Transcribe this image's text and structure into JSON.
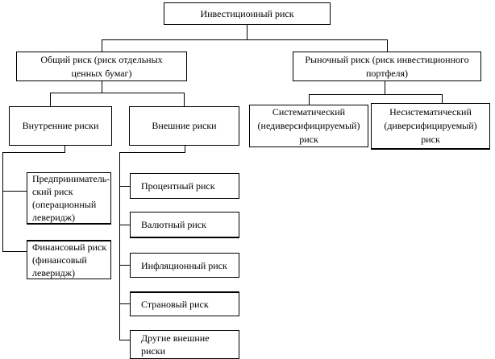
{
  "diagram": {
    "title": "Инвестиционный риск",
    "colors": {
      "line": "#000000",
      "box_border": "#000000",
      "box_fill": "#ffffff",
      "text": "#000000",
      "background": "#ffffff"
    },
    "nodes": {
      "investment": {
        "label": "Инвестиционный риск"
      },
      "general": {
        "label": "Общий риск (риск отдельных\nценных бумаг)"
      },
      "market": {
        "label": "Рыночный риск (риск инвестиционного\nпортфеля)"
      },
      "internal": {
        "label": "Внутренние риски"
      },
      "external": {
        "label": "Внешние риски"
      },
      "systematic": {
        "label": "Систематический\n(недиверсифицируемый)\nриск"
      },
      "nonsystematic": {
        "label": "Несистематический\n(диверсифицируемый)\nриск"
      },
      "entrepreneurial": {
        "label": "Предприниматель-\nский риск\n(операционный\nлеверидж)"
      },
      "financial": {
        "label": "Финансовый риск\n(финансовый\nлеверидж)"
      },
      "percent": {
        "label": "Процентный риск"
      },
      "currency": {
        "label": "Валютный риск"
      },
      "inflation": {
        "label": "Инфляционный риск"
      },
      "country": {
        "label": "Страновый риск"
      },
      "other": {
        "label": "Другие внешние\nриски"
      }
    },
    "edges": [
      {
        "from": "investment",
        "to": "general"
      },
      {
        "from": "investment",
        "to": "market"
      },
      {
        "from": "general",
        "to": "internal"
      },
      {
        "from": "general",
        "to": "external"
      },
      {
        "from": "market",
        "to": "systematic"
      },
      {
        "from": "market",
        "to": "nonsystematic"
      },
      {
        "from": "internal",
        "to": "entrepreneurial"
      },
      {
        "from": "internal",
        "to": "financial"
      },
      {
        "from": "external",
        "to": "percent"
      },
      {
        "from": "external",
        "to": "currency"
      },
      {
        "from": "external",
        "to": "inflation"
      },
      {
        "from": "external",
        "to": "country"
      },
      {
        "from": "external",
        "to": "other"
      }
    ]
  }
}
